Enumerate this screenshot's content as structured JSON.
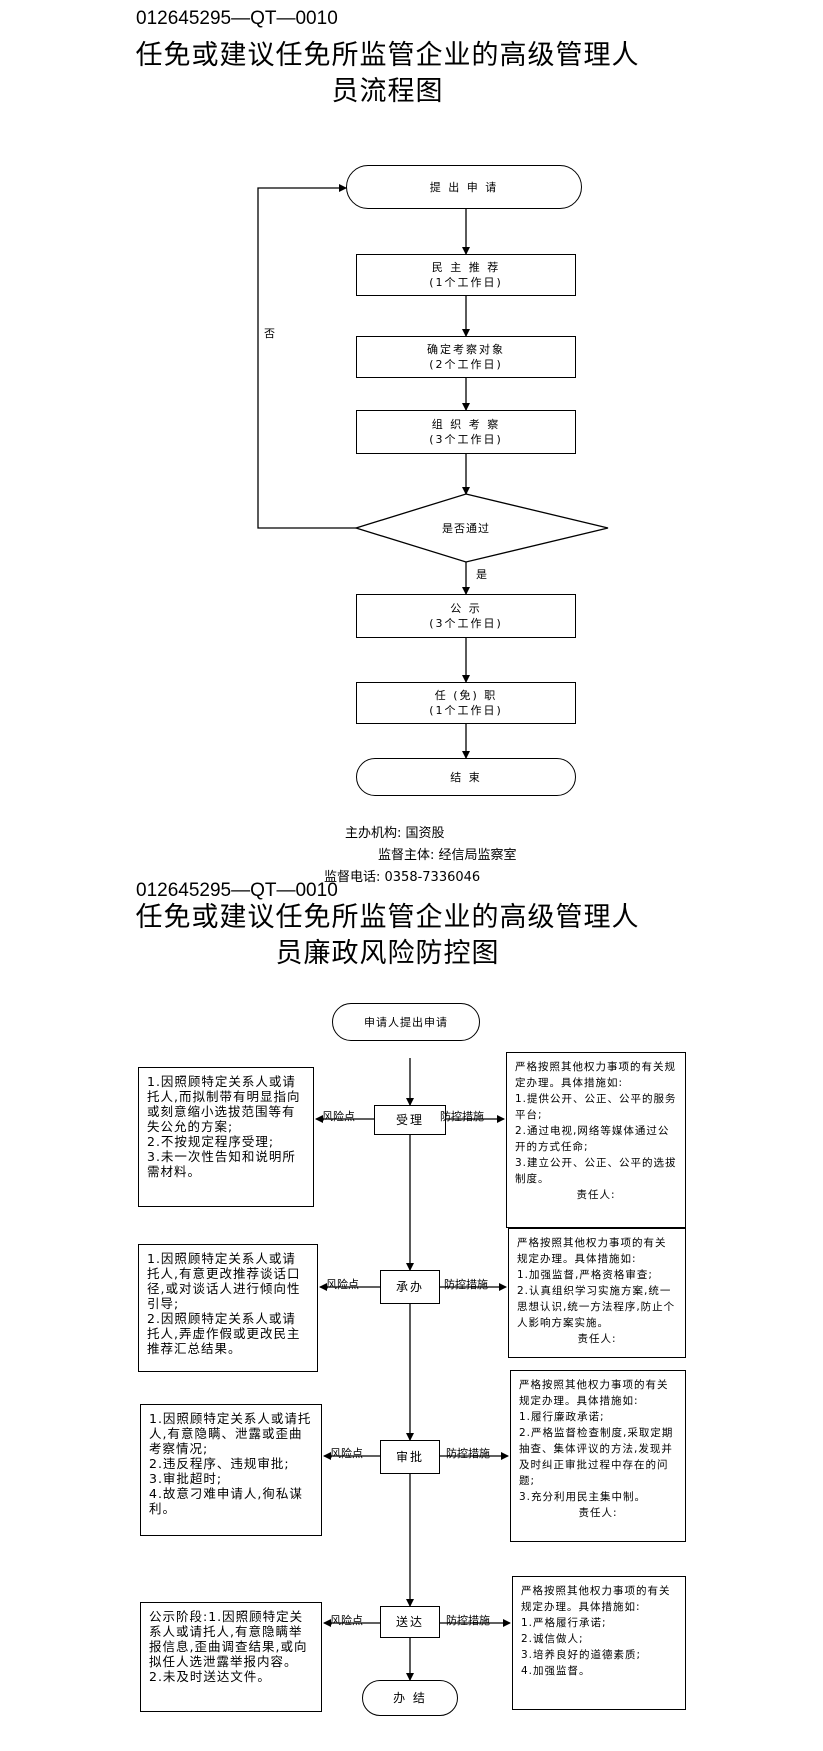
{
  "doc_code_1": "012645295—QT—0010",
  "title_1": [
    "任免或建议任免所监管企业的高级管理人",
    "员流程图"
  ],
  "flow1": {
    "start": "提 出 申 请",
    "step1": [
      "民 主 推 荐",
      "(1个工作日)"
    ],
    "step2": [
      "确定考察对象",
      "(2个工作日)"
    ],
    "step3": [
      "组 织 考 察",
      "(3个工作日)"
    ],
    "decision": "是否通过",
    "no_label": "否",
    "yes_label": "是",
    "step4": [
      "公      示",
      "(3个工作日)"
    ],
    "step5": [
      "任 (免) 职",
      "(1个工作日)"
    ],
    "end": "结        束"
  },
  "footer": {
    "host": "主办机构: 国资股",
    "supervisor": "监督主体: 经信局监察室",
    "phone": "监督电话: 0358-7336046"
  },
  "doc_code_2": "012645295—QT—0010",
  "title_2": [
    "任免或建议任免所监管企业的高级管理人",
    "员廉政风险防控图"
  ],
  "flow2": {
    "start": "申请人提出申请",
    "risk_label": "风险点",
    "control_label": "防控措施",
    "stages": [
      {
        "name": "受理",
        "risk": "1.因照顾特定关系人或请托人,而拟制带有明显指向或刻意缩小选拔范围等有失公允的方案;\n2.不按规定程序受理;\n3.未一次性告知和说明所需材料。",
        "control": "严格按照其他权力事项的有关规定办理。具体措施如:\n1.提供公开、公正、公平的服务平台;\n2.通过电视,网络等媒体通过公开的方式任命;\n3.建立公开、公正、公平的选拔制度。",
        "resp": "责任人:"
      },
      {
        "name": "承办",
        "risk": "1.因照顾特定关系人或请托人,有意更改推荐谈话口径,或对谈话人进行倾向性引导;\n2.因照顾特定关系人或请托人,弄虚作假或更改民主推荐汇总结果。",
        "control": "严格按照其他权力事项的有关规定办理。具体措施如:\n1.加强监督,严格资格审查;\n2.认真组织学习实施方案,统一思想认识,统一方法程序,防止个人影响方案实施。",
        "resp": "责任人:"
      },
      {
        "name": "审批",
        "risk": "1.因照顾特定关系人或请托人,有意隐瞒、泄露或歪曲考察情况;\n2.违反程序、违规审批;\n3.审批超时;\n4.故意刁难申请人,徇私谋利。",
        "control": "严格按照其他权力事项的有关规定办理。具体措施如:\n1.履行廉政承诺;\n2.严格监督检查制度,采取定期抽查、集体评议的方法,发现并及时纠正审批过程中存在的问题;\n3.充分利用民主集中制。",
        "resp": "责任人:"
      },
      {
        "name": "送达",
        "risk": "公示阶段:1.因照顾特定关系人或请托人,有意隐瞒举报信息,歪曲调查结果,或向拟任人选泄露举报内容。\n2.未及时送达文件。",
        "control": "严格按照其他权力事项的有关规定办理。具体措施如:\n1.严格履行承诺;\n2.诚信做人;\n3.培养良好的道德素质;\n4.加强监督。",
        "resp": ""
      }
    ],
    "end": "办  结"
  }
}
